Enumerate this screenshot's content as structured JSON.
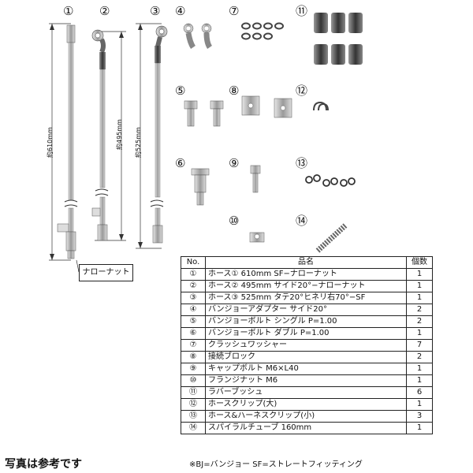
{
  "item_numbers": [
    "①",
    "②",
    "③",
    "④",
    "⑦",
    "⑪",
    "⑤",
    "⑧",
    "⑫",
    "⑥",
    "⑨",
    "⑬",
    "⑩",
    "⑭"
  ],
  "hose_lengths": [
    "約610mm",
    "約495mm",
    "約525mm"
  ],
  "nut_label": "ナローナット",
  "table": {
    "headers": [
      "No.",
      "品名",
      "個数"
    ],
    "rows": [
      {
        "no": "①",
        "name": "ホース① 610mm SF−ナローナット",
        "qty": "1"
      },
      {
        "no": "②",
        "name": "ホース② 495mm サイド20°−ナローナット",
        "qty": "1"
      },
      {
        "no": "③",
        "name": "ホース③ 525mm タテ20°ヒネリ右70°−SF",
        "qty": "1"
      },
      {
        "no": "④",
        "name": "バンジョーアダプター サイド20°",
        "qty": "2"
      },
      {
        "no": "⑤",
        "name": "バンジョーボルト シングル P=1.00",
        "qty": "2"
      },
      {
        "no": "⑥",
        "name": "バンジョーボルト ダブル P=1.00",
        "qty": "1"
      },
      {
        "no": "⑦",
        "name": "クラッシュワッシャー",
        "qty": "7"
      },
      {
        "no": "⑧",
        "name": "接続ブロック",
        "qty": "2"
      },
      {
        "no": "⑨",
        "name": "キャップボルト M6×L40",
        "qty": "1"
      },
      {
        "no": "⑩",
        "name": "フランジナット M6",
        "qty": "1"
      },
      {
        "no": "⑪",
        "name": "ラバーブッシュ",
        "qty": "6"
      },
      {
        "no": "⑫",
        "name": "ホースクリップ(大)",
        "qty": "1"
      },
      {
        "no": "⑬",
        "name": "ホース&ハーネスクリップ(小)",
        "qty": "3"
      },
      {
        "no": "⑭",
        "name": "スパイラルチューブ 160mm",
        "qty": "1"
      }
    ]
  },
  "caption": "写真は参考です",
  "note": "※BJ=バンジョー SF=ストレートフィッティング"
}
